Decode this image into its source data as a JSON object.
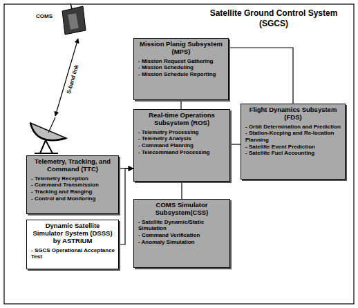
{
  "diagram": {
    "title": "Satellite Ground Control System (SGCS)",
    "nodes": [
      {
        "text": [
          "Mission Planig Subsystem (MPS)",
          "- Mission Request Gathering",
          "- Mission Scheduling",
          "- Mission Schedule Reporting"
        ]
      },
      {
        "text": [
          "Telemetry, Tracking, and Command (TTC)",
          "- Telemetry Reception",
          "- Command Transmission",
          "- Tracking and Ranging",
          "- Control and Monitoring"
        ]
      },
      {
        "text": [
          "Real-time Operations Subsystem (ROS)",
          "- Telemetry Processing",
          "- Telemetry Analysis",
          "- Command Planning",
          "- Telecommand Processing"
        ]
      },
      {
        "text": [
          "Flight Dynamics Subsystem (FDS)",
          "- Orbit Determination and Prediction",
          "- Station-Keeping and Re-location Planning",
          "- Satellite Event Prediction",
          "- Satellite Fuel Accounting"
        ]
      },
      {
        "text": [
          "Dynamic Satellite Simulator System (DSSS) by ASTRIUM",
          "- SGCS Operational Acceptance Test"
        ]
      },
      {
        "text": [
          "COMS Simulator Subsystem(CSS)",
          "- Satellite Dynamic/Static Simulation",
          "- Command Verification",
          "- Anomaly Simulation"
        ]
      }
    ],
    "edges": [
      {
        "from": 0,
        "to": 2,
        "arrow": "none"
      },
      {
        "from": 0,
        "to": 3,
        "arrow": "none"
      },
      {
        "from": 1,
        "to": 2,
        "arrow": "none"
      },
      {
        "from": 2,
        "to": 3,
        "arrow": "none"
      },
      {
        "from": 2,
        "to": 5,
        "arrow": "none"
      },
      {
        "from": 4,
        "to": 2,
        "arrow": "to"
      }
    ],
    "labels": [
      "COMS",
      "S-band link"
    ]
  }
}
